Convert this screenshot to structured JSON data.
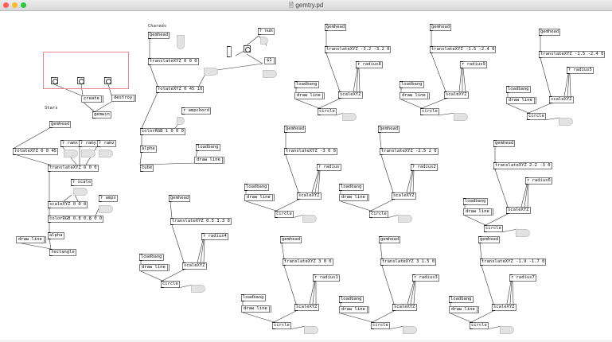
{
  "window": {
    "title": "gemtry.pd",
    "title_icon": "pd-document-icon"
  },
  "colors": {
    "close": "#fc5f57",
    "minimize": "#fdbc2e",
    "zoom": "#28c840",
    "gop_frame": "#e88a8a"
  },
  "comments": {
    "chareds": "Chareds",
    "stars": "Stars"
  },
  "objects": {
    "gemwin_create": "create",
    "gemwin_destroy": "destroy",
    "gemwin": "gemwin",
    "stars_gemhead": "gemhead",
    "stars_rotate": "rotateXYZ 0 0 45",
    "r_ramx": "r ramx",
    "r_ramy": "r ramy",
    "r_ramz": "r ramz",
    "stars_translate": "translateXYZ 0 0 0",
    "r_scale": "r scale",
    "stars_scale": "scaleXYZ 0 0 0",
    "r_ampx": "r ampx",
    "stars_color": "colorRGB 0.8 0.8 0 0",
    "stars_alpha": "alpha",
    "stars_drawline": "draw line",
    "stars_rectangle": "rectangle",
    "ch_gemhead": "gemhead",
    "ch_translate": "translateXYZ 0 0 0",
    "ch_rotate": "rotateXYZ 0 45 10",
    "r_ampchord": "r ampchord",
    "ch_color": "colorRGB 1 0 0 0",
    "ch_alpha": "alpha",
    "ch_loadbang": "loadbang",
    "ch_drawline": "draw line",
    "ch_cube": "cube",
    "r_num": "r num",
    "sel_1": "$1",
    "g1_gemhead": "gemhead",
    "g1_translate": "translateXYZ -3.2 -3.2 0",
    "g1_r": "r radius8",
    "g1_loadbang": "loadbang",
    "g1_drawline": "draw line",
    "g1_scale": "scaleXYZ",
    "g1_circle": "circle",
    "g2_gemhead": "gemhead",
    "g2_translate": "translateXYZ -1.5 -2.4 0",
    "g2_r": "r radius9",
    "g2_loadbang": "loadbang",
    "g2_drawline": "draw line",
    "g2_scale": "scaleXYZ",
    "g2_circle": "circle",
    "g3_gemhead": "gemhead",
    "g3_translate": "translateXYZ -1.5 -2.4 0",
    "g3_r": "r radius5",
    "g3_loadbang": "loadbang",
    "g3_drawline": "draw line",
    "g3_scale": "scaleXYZ",
    "g3_circle": "circle",
    "g4_gemhead": "gemhead",
    "g4_translate": "translateXYZ -3 0 0",
    "g4_r": "r radius",
    "g4_loadbang": "loadbang",
    "g4_drawline": "draw line",
    "g4_scale": "scaleXYZ",
    "g4_circle": "circle",
    "g5_gemhead": "gemhead",
    "g5_translate": "translateXYZ -2.5 2 0",
    "g5_r": "r radius2",
    "g5_loadbang": "loadbang",
    "g5_drawline": "draw line",
    "g5_scale": "scaleXYZ",
    "g5_circle": "circle",
    "g6_gemhead": "gemhead",
    "g6_translate": "translateXYZ 2.2 -3 0",
    "g6_r": "r radius6",
    "g6_loadbang": "loadbang",
    "g6_drawline": "draw line",
    "g6_scale": "scaleXYZ",
    "g6_circle": "circle",
    "g7_gemhead": "gemhead",
    "g7_translate": "translateXYZ 0.5 3.3 0",
    "g7_r": "r radius4",
    "g7_loadbang": "loadbang",
    "g7_drawline": "draw line",
    "g7_scale": "scaleXYZ",
    "g7_circle": "circle",
    "g8_gemhead": "gemhead",
    "g8_translate": "translateXYZ 3 0 0",
    "g8_r": "r radius1",
    "g8_loadbang": "loadbang",
    "g8_drawline": "draw line",
    "g8_scale": "scaleXYZ",
    "g8_circle": "circle",
    "g9_gemhead": "gemhead",
    "g9_translate": "translateXYZ 3 1.5 0",
    "g9_r": "r radius3",
    "g9_loadbang": "loadbang",
    "g9_drawline": "draw line",
    "g9_scale": "scaleXYZ",
    "g9_circle": "circle",
    "g10_gemhead": "gemhead",
    "g10_translate": "translateXYZ -1.9 -1.7 0",
    "g10_r": "r radius7",
    "g10_loadbang": "loadbang",
    "g10_drawline": "draw line",
    "g10_scale": "scaleXYZ",
    "g10_circle": "circle"
  }
}
